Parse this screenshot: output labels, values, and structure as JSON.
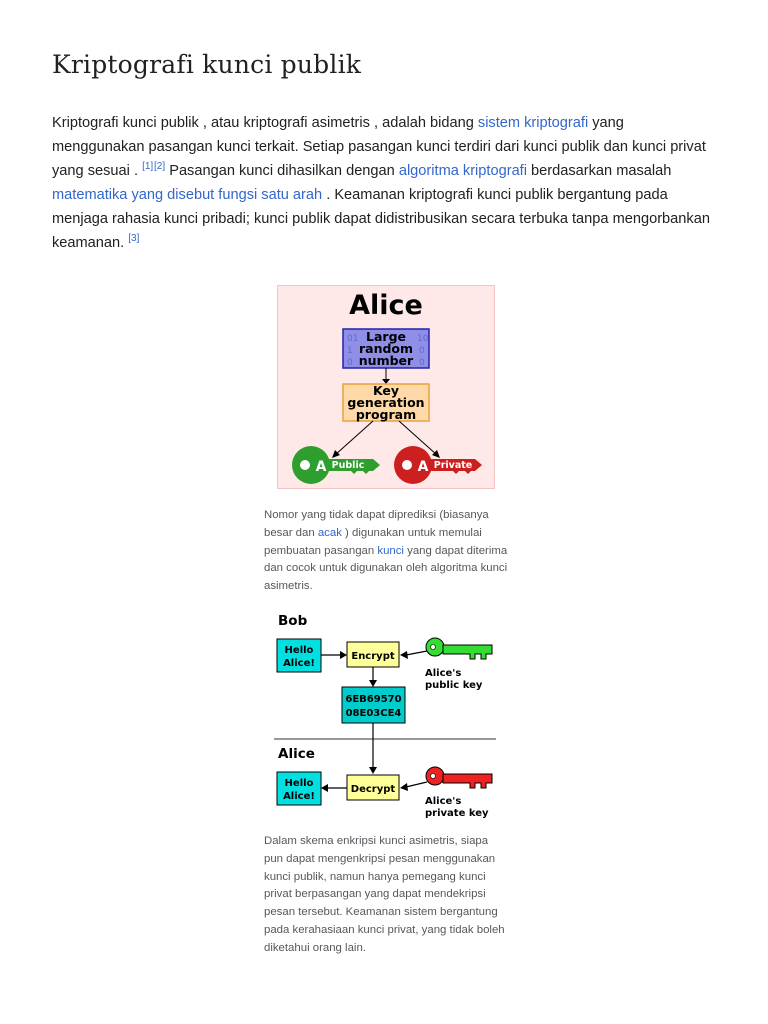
{
  "title": "Kriptografi kunci publik",
  "intro": {
    "t1": "Kriptografi kunci publik , atau kriptografi asimetris , adalah bidang ",
    "link_sistem": "sistem kriptografi",
    "t2": " yang menggunakan pasangan kunci terkait. Setiap pasangan kunci terdiri dari kunci publik dan kunci privat yang sesuai . ",
    "ref1": "[1]",
    "ref2": "[2]",
    "t3": " Pasangan kunci dihasilkan dengan ",
    "link_algoritma": "algoritma kriptografi",
    "t4": " berdasarkan masalah ",
    "link_matematika": "matematika yang disebut fungsi satu arah",
    "t5": " . Keamanan kriptografi kunci publik bergantung pada menjaga rahasia kunci pribadi; kunci publik dapat didistribusikan secara terbuka tanpa mengorbankan keamanan. ",
    "ref3": "[3]"
  },
  "figure1": {
    "title": "Alice",
    "random_line1": "Large",
    "random_line2": "random",
    "random_line3": "number",
    "keygen_line1": "Key",
    "keygen_line2": "generation",
    "keygen_line3": "program",
    "public_letter": "A",
    "public_label": "Public",
    "private_letter": "A",
    "private_label": "Private"
  },
  "caption1": {
    "t1": "Nomor yang tidak dapat diprediksi (biasanya besar dan ",
    "link_acak": "acak",
    "t2": " ) digunakan untuk memulai pembuatan pasangan ",
    "link_kunci": "kunci",
    "t3": " yang dapat diterima dan cocok untuk digunakan oleh algoritma kunci asimetris."
  },
  "figure2": {
    "bob_label": "Bob",
    "hello1_line1": "Hello",
    "hello1_line2": "Alice!",
    "encrypt_label": "Encrypt",
    "pubkey_line1": "Alice's",
    "pubkey_line2": "public key",
    "cipher_line1": "6EB69570",
    "cipher_line2": "08E03CE4",
    "alice_label": "Alice",
    "hello2_line1": "Hello",
    "hello2_line2": "Alice!",
    "decrypt_label": "Decrypt",
    "privkey_line1": "Alice's",
    "privkey_line2": "private key"
  },
  "caption2": {
    "text": "Dalam skema enkripsi kunci asimetris, siapa pun dapat mengenkripsi pesan menggunakan kunci publik, namun hanya pemegang kunci privat berpasangan yang dapat mendekripsi pesan tersebut. Keamanan sistem bergantung pada kerahasiaan kunci privat, yang tidak boleh diketahui orang lain."
  },
  "colors": {
    "link": "#3366cc",
    "public_key": "#2e9e2e",
    "private_key": "#cc2020",
    "key_green": "#33dd33",
    "key_red": "#ee2222",
    "cyan_box": "#00e0e0",
    "yellow_box": "#ffff99"
  },
  "icons": [
    "public-key-icon",
    "private-key-icon",
    "green-key-icon",
    "red-key-icon",
    "arrow-icon"
  ]
}
